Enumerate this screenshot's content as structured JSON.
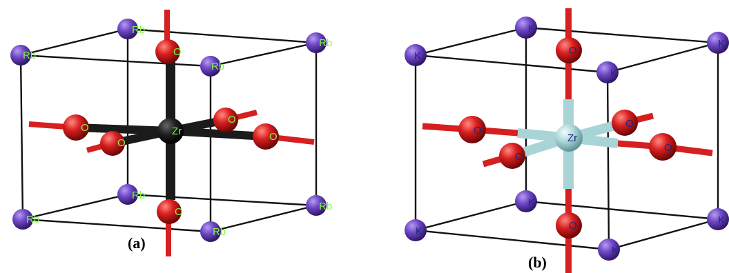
{
  "panels": [
    {
      "id": "a",
      "caption": "(a)",
      "corner_label": "Rb",
      "center_label": "Zr",
      "oxygen_label": "O",
      "colors": {
        "corner": "#6b46c1",
        "oxygen": "#d61f1f",
        "center": "#1b1b1b",
        "bond_center": "#1b1b1b",
        "label": "#7CFC3C"
      }
    },
    {
      "id": "b",
      "caption": "(b)",
      "corner_label": "K",
      "center_label": "Zr",
      "oxygen_label": "O",
      "colors": {
        "corner": "#6b46c1",
        "oxygen": "#d61f1f",
        "center": "#a9d4d6",
        "bond_center": "#a9d4d6",
        "label": "#1a2a80"
      }
    }
  ]
}
